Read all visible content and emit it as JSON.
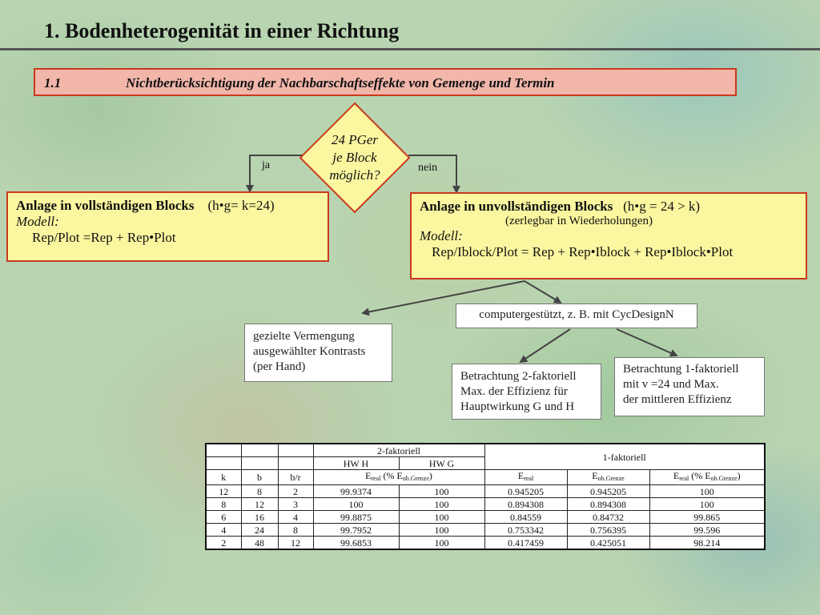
{
  "title": "1. Bodenheterogenität in einer Richtung",
  "subtitle": {
    "number": "1.1",
    "text": "Nichtberücksichtigung der Nachbarschaftseffekte von Gemenge und Termin"
  },
  "decision": {
    "lines": [
      "24 PGer",
      "je Block",
      "möglich?"
    ],
    "yes": "ja",
    "no": "nein"
  },
  "left_box": {
    "title": "Anlage in vollständigen Blocks",
    "condition": "(h•g= k=24)",
    "model_label": "Modell:",
    "model": "Rep/Plot =Rep + Rep•Plot"
  },
  "right_box": {
    "title": "Anlage in unvollständigen Blocks",
    "condition": "(h•g = 24 > k)",
    "note": "(zerlegbar in Wiederholungen)",
    "model_label": "Modell:",
    "model": "Rep/Iblock/Plot = Rep + Rep•Iblock + Rep•Iblock•Plot"
  },
  "box_gezielt": [
    "gezielte Vermengung",
    "ausgewählter Kontrasts",
    "(per Hand)"
  ],
  "box_computer": "computergestützt, z. B. mit CycDesignN",
  "box_2fakt": [
    "Betrachtung 2-faktoriell",
    "Max. der Effizienz für",
    "Hauptwirkung G und H"
  ],
  "box_1fakt": [
    "Betrachtung 1-faktoriell",
    "mit v =24 und Max.",
    "der mittleren Effizienz"
  ],
  "table": {
    "group_2f": "2-faktoriell",
    "group_1f": "1-faktoriell",
    "hw_h": "HW H",
    "hw_g": "HW G",
    "h_k": "k",
    "h_b": "b",
    "h_br": "b/r",
    "e_main": "E",
    "sub_real": "real",
    "sub_grenze": "ob.Grenze",
    "pct_open": "(% E",
    "pct_close": ")",
    "rows": [
      [
        "12",
        "8",
        "2",
        "99.9374",
        "100",
        "0.945205",
        "0.945205",
        "100"
      ],
      [
        "8",
        "12",
        "3",
        "100",
        "100",
        "0.894308",
        "0.894308",
        "100"
      ],
      [
        "6",
        "16",
        "4",
        "99.8875",
        "100",
        "0.84559",
        "0.84732",
        "99.865"
      ],
      [
        "4",
        "24",
        "8",
        "99.7952",
        "100",
        "0.753342",
        "0.756395",
        "99.596"
      ],
      [
        "2",
        "48",
        "12",
        "99.6853",
        "100",
        "0.417459",
        "0.425051",
        "98.214"
      ]
    ]
  }
}
